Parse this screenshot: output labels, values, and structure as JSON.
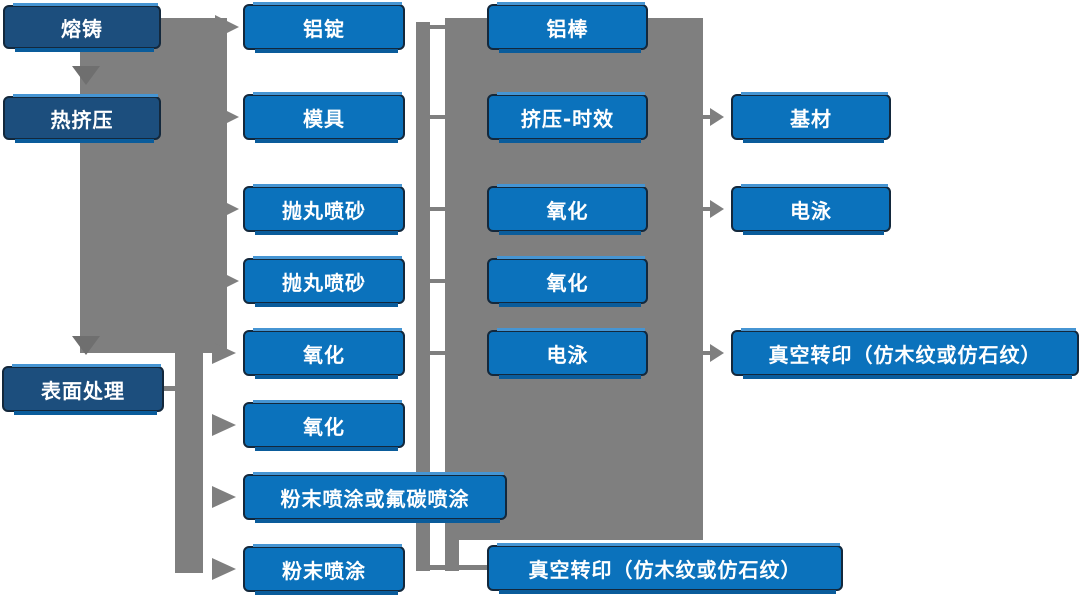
{
  "diagram": {
    "description": "Aluminum profile production process flowchart",
    "colors": {
      "node_fill": "#0b72bc",
      "node_fill_dark": "#1c4e7d",
      "node_border": "#13283c",
      "node_accent_light": "#4695d3",
      "node_accent_shadow": "#0a5c9b",
      "connector_gray": "#7f7f7f",
      "arrow_down_gray": "#6f6f6f",
      "text": "#ffffff",
      "background": "#ffffff"
    },
    "nodes": {
      "melt": {
        "label": "熔铸"
      },
      "hot_extrusion": {
        "label": "热挤压"
      },
      "surface": {
        "label": "表面处理"
      },
      "ingot": {
        "label": "铝锭"
      },
      "mold": {
        "label": "模具"
      },
      "shot_blast_1": {
        "label": "抛丸喷砂"
      },
      "shot_blast_2": {
        "label": "抛丸喷砂"
      },
      "oxidation_1": {
        "label": "氧化"
      },
      "oxidation_2": {
        "label": "氧化"
      },
      "powder_or_fluoro": {
        "label": "粉末喷涂或氟碳喷涂"
      },
      "powder": {
        "label": "粉末喷涂"
      },
      "rod": {
        "label": "铝棒"
      },
      "extrusion_aging": {
        "label": "挤压-时效"
      },
      "oxidation_3": {
        "label": "氧化"
      },
      "oxidation_4": {
        "label": "氧化"
      },
      "electrophoresis_1": {
        "label": "电泳"
      },
      "vacuum_transfer_1": {
        "label": "真空转印（仿木纹或仿石纹）"
      },
      "base_material": {
        "label": "基材"
      },
      "electrophoresis_2": {
        "label": "电泳"
      },
      "vacuum_transfer_2": {
        "label": "真空转印（仿木纹或仿石纹）"
      }
    },
    "edges": [
      {
        "from": "melt",
        "to": "hot_extrusion"
      },
      {
        "from": "hot_extrusion",
        "to": "ingot"
      },
      {
        "from": "hot_extrusion",
        "to": "mold"
      },
      {
        "from": "hot_extrusion",
        "to": "shot_blast_1"
      },
      {
        "from": "hot_extrusion",
        "to": "shot_blast_2"
      },
      {
        "from": "hot_extrusion",
        "to": "surface"
      },
      {
        "from": "surface",
        "to": "oxidation_1"
      },
      {
        "from": "surface",
        "to": "oxidation_2"
      },
      {
        "from": "surface",
        "to": "powder_or_fluoro"
      },
      {
        "from": "surface",
        "to": "powder"
      },
      {
        "from": "ingot",
        "to": "rod"
      },
      {
        "from": "mold",
        "to": "extrusion_aging"
      },
      {
        "from": "shot_blast_1",
        "to": "oxidation_3"
      },
      {
        "from": "shot_blast_2",
        "to": "oxidation_4"
      },
      {
        "from": "oxidation_1",
        "to": "electrophoresis_1"
      },
      {
        "from": "powder",
        "to": "vacuum_transfer_1"
      },
      {
        "from": "extrusion_aging",
        "to": "base_material"
      },
      {
        "from": "oxidation_3",
        "to": "electrophoresis_2"
      },
      {
        "from": "electrophoresis_1",
        "to": "vacuum_transfer_2"
      }
    ]
  }
}
